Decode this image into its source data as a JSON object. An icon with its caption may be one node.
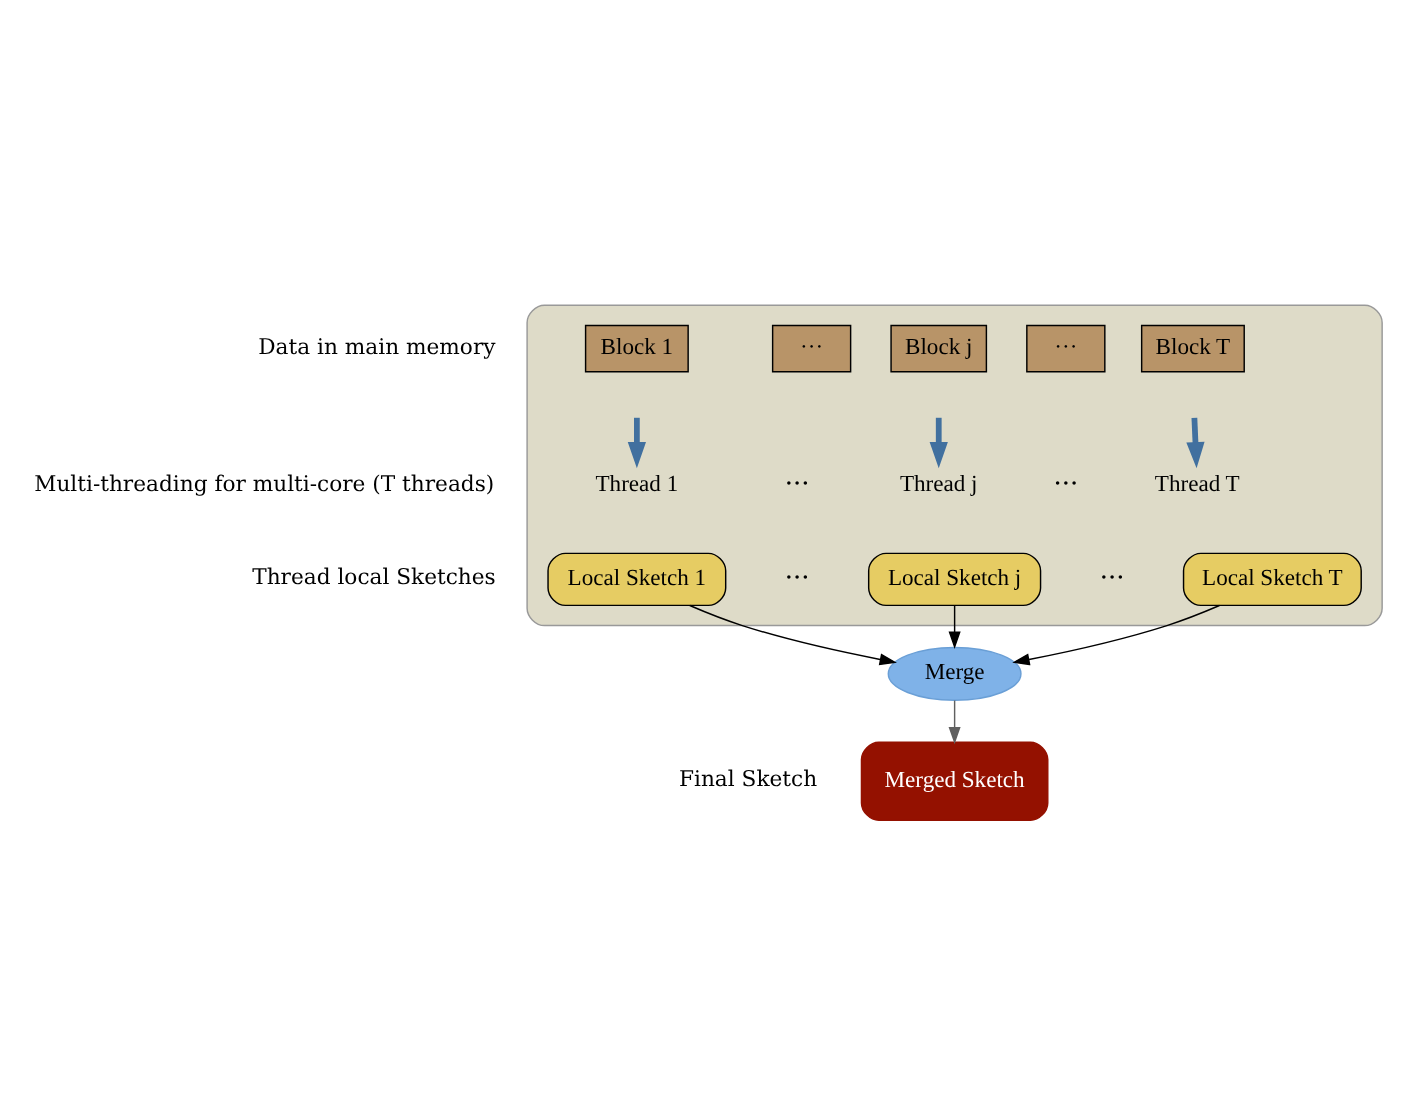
{
  "diagram": {
    "nodes": [
      {
        "text": [],
        "shape": "box"
      },
      {
        "text": [
          "Block 1"
        ],
        "in": 0
      },
      {
        "text": [
          "···"
        ],
        "in": 0
      },
      {
        "text": [
          "Block j"
        ],
        "in": 0
      },
      {
        "text": [
          "···"
        ],
        "in": 0
      },
      {
        "text": [
          "Block T"
        ],
        "in": 0
      },
      {
        "text": [
          "Thread 1"
        ],
        "in": 0
      },
      {
        "text": [
          "Thread j"
        ],
        "in": 0
      },
      {
        "text": [
          "Thread T"
        ],
        "in": 0
      },
      {
        "text": [
          "Local Sketch 1"
        ],
        "in": 0
      },
      {
        "text": [
          "Local Sketch j"
        ],
        "in": 0
      },
      {
        "text": [
          "Local Sketch T"
        ],
        "in": 0
      },
      {
        "text": [
          "Merge"
        ]
      },
      {
        "text": [
          "Merged Sketch"
        ]
      }
    ],
    "edges": [
      {
        "from": null,
        "to": 6,
        "arrow": "to",
        "style": "thick",
        "color": "#41709f"
      },
      {
        "from": null,
        "to": 7,
        "arrow": "to",
        "style": "thick",
        "color": "#41709f"
      },
      {
        "from": null,
        "to": 8,
        "arrow": "to",
        "style": "thick",
        "color": "#41709f"
      },
      {
        "from": 9,
        "to": 12,
        "arrow": "to",
        "color": "#000000"
      },
      {
        "from": 10,
        "to": 12,
        "arrow": "to",
        "color": "#000000"
      },
      {
        "from": 11,
        "to": 12,
        "arrow": "to",
        "color": "#000000"
      },
      {
        "from": 12,
        "to": 13,
        "arrow": "to",
        "color": "#606060"
      }
    ],
    "labels": [
      "Data in main memory",
      "Multi-threading for multi-core (T threads)",
      "···",
      "···",
      "Thread local Sketches",
      "···",
      "···",
      "Final Sketch"
    ]
  }
}
